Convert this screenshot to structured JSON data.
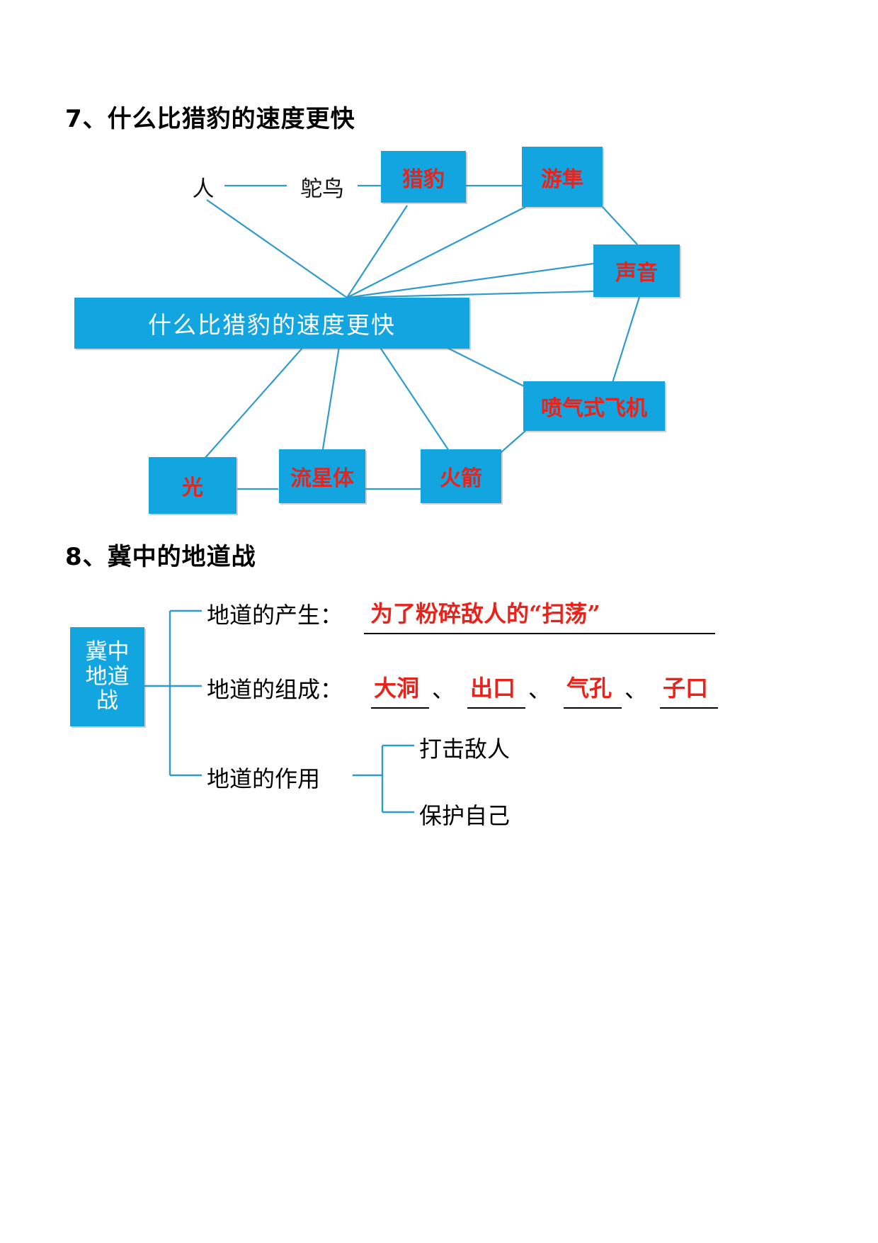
{
  "page": {
    "background": "#ffffff",
    "accent_blue": "#12A5E0",
    "accent_red": "#E8231B",
    "line_blue": "#2E9BC9"
  },
  "sections": [
    {
      "id": "section-7",
      "heading": "7、什么比猎豹的速度更快",
      "diagram": {
        "type": "mindmap",
        "center": {
          "label": "什么比猎豹的速度更快",
          "style": "blue-box-white-text"
        },
        "nodes": [
          {
            "id": "ren",
            "label": "人",
            "style": "plain-text"
          },
          {
            "id": "tuoniao",
            "label": "鸵鸟",
            "style": "plain-text"
          },
          {
            "id": "liebao",
            "label": "猎豹",
            "style": "blue-box-red-text"
          },
          {
            "id": "yousun",
            "label": "游隼",
            "style": "blue-box-red-text"
          },
          {
            "id": "shengyin",
            "label": "声音",
            "style": "blue-box-red-text"
          },
          {
            "id": "penqiji",
            "label": "喷气式飞机",
            "style": "blue-box-red-text"
          },
          {
            "id": "huojian",
            "label": "火箭",
            "style": "blue-box-red-text"
          },
          {
            "id": "liuxingti",
            "label": "流星体",
            "style": "blue-box-red-text"
          },
          {
            "id": "guang",
            "label": "光",
            "style": "blue-box-red-text"
          }
        ],
        "chain": [
          "人",
          "鸵鸟",
          "猎豹",
          "游隼",
          "声音",
          "喷气式飞机",
          "火箭",
          "流星体",
          "光"
        ]
      }
    },
    {
      "id": "section-8",
      "heading": "8、冀中的地道战",
      "diagram": {
        "type": "tree",
        "root": {
          "lines": [
            "冀中",
            "地道",
            "战"
          ],
          "label": "冀中地道战"
        },
        "branches": [
          {
            "id": "branch-chansheng",
            "label": "地道的产生：",
            "answer": "为了粉碎敌人的“扫荡”",
            "underlined": true
          },
          {
            "id": "branch-zucheng",
            "label": "地道的组成：",
            "answers": [
              "大洞",
              "出口",
              "气孔",
              "子口"
            ],
            "separator": "、",
            "underlined": true
          },
          {
            "id": "branch-zuoyong",
            "label": "地道的作用",
            "children": [
              "打击敌人",
              "保护自己"
            ]
          }
        ]
      }
    }
  ]
}
